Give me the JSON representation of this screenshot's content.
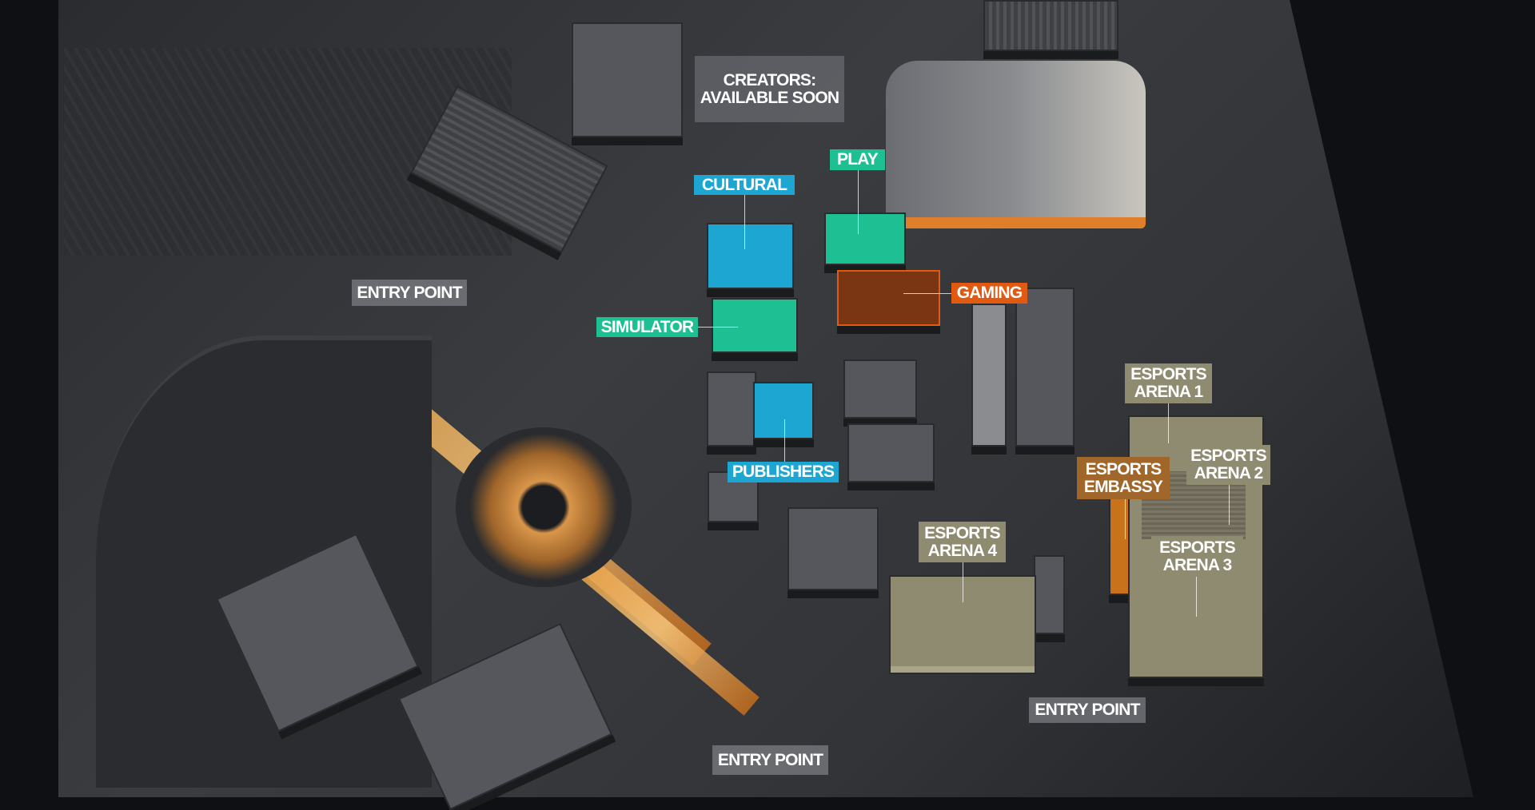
{
  "colors": {
    "background": "#0e1013",
    "cultural": "#1ea6d2",
    "play": "#1fbf94",
    "gaming": "#e05a12",
    "simulator": "#1fbf94",
    "publishers": "#1ea6d2",
    "esports": "#8f8b70",
    "embassy": "#a0662a",
    "entry": "#8c8e92"
  },
  "labels": {
    "creators": [
      "CREATORS:",
      "AVAILABLE SOON"
    ],
    "play": "PLAY",
    "cultural": "CULTURAL",
    "gaming": "GAMING",
    "simulator": "SIMULATOR",
    "publishers": "PUBLISHERS",
    "entry_point_left": "ENTRY POINT",
    "entry_point_bottom": "ENTRY POINT",
    "entry_point_right": "ENTRY POINT",
    "esports_arena_1": [
      "ESPORTS",
      "ARENA 1"
    ],
    "esports_arena_2": [
      "ESPORTS",
      "ARENA 2"
    ],
    "esports_arena_3": [
      "ESPORTS",
      "ARENA 3"
    ],
    "esports_arena_4": [
      "ESPORTS",
      "ARENA 4"
    ],
    "esports_embassy": [
      "ESPORTS",
      "EMBASSY"
    ]
  }
}
